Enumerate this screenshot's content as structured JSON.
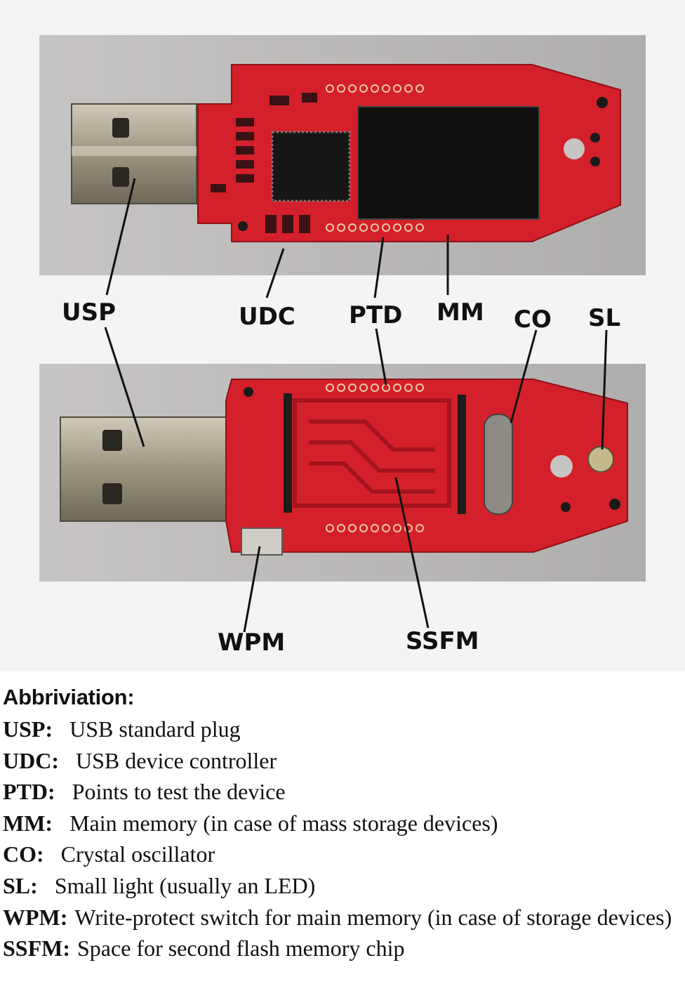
{
  "callouts": {
    "usp": "USP",
    "udc": "UDC",
    "ptd": "PTD",
    "mm": "MM",
    "co": "CO",
    "sl": "SL",
    "wpm": "WPM",
    "ssfm": "SSFM"
  },
  "legend": {
    "heading": "Abbriviation:",
    "entries": [
      {
        "term": "USP:",
        "desc": "USB standard plug"
      },
      {
        "term": "UDC:",
        "desc": "USB device controller"
      },
      {
        "term": "PTD:",
        "desc": "Points to test the device"
      },
      {
        "term": "MM:",
        "desc": "Main memory (in case of mass storage devices)"
      },
      {
        "term": "CO:",
        "desc": "Crystal oscillator"
      },
      {
        "term": "SL:",
        "desc": "Small light (usually an LED)"
      },
      {
        "term": "WPM:",
        "desc": "Write-protect switch for main memory (in case of storage devices)"
      },
      {
        "term": "SSFM:",
        "desc": "Space for second flash memory chip"
      }
    ]
  },
  "colors": {
    "pcb": "#d4202a",
    "photo_bg": "#b9b6b6",
    "connector": "#8c8574",
    "chip": "#111111"
  }
}
